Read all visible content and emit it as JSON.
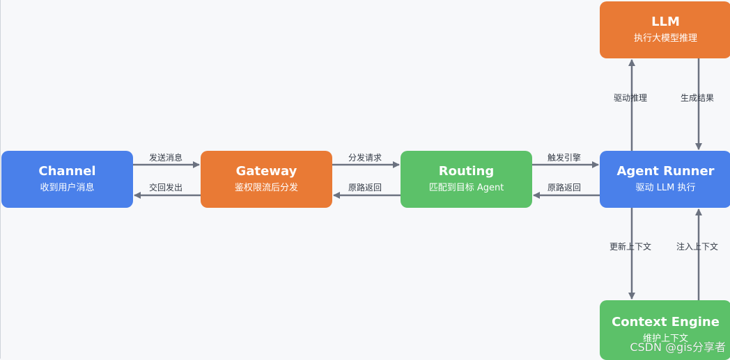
{
  "nodes": {
    "channel": {
      "title": "Channel",
      "subtitle": "收到用户消息",
      "color": "#4a80ea"
    },
    "gateway": {
      "title": "Gateway",
      "subtitle": "鉴权限流后分发",
      "color": "#e97a35"
    },
    "routing": {
      "title": "Routing",
      "subtitle": "匹配到目标 Agent",
      "color": "#5cc169"
    },
    "agent_runner": {
      "title": "Agent Runner",
      "subtitle": "驱动 LLM 执行",
      "color": "#4a80ea"
    },
    "llm": {
      "title": "LLM",
      "subtitle": "执行大模型推理",
      "color": "#e97a35"
    },
    "context_engine": {
      "title": "Context Engine",
      "subtitle": "维护上下文",
      "color": "#5cc169"
    }
  },
  "edges": {
    "channel_to_gateway": "发送消息",
    "gateway_to_channel": "交回发出",
    "gateway_to_routing": "分发请求",
    "routing_to_gateway": "原路返回",
    "routing_to_agent": "触发引擎",
    "agent_to_routing": "原路返回",
    "agent_to_llm": "驱动推理",
    "llm_to_agent": "生成结果",
    "agent_to_context": "更新上下文",
    "context_to_agent": "注入上下文"
  },
  "watermark": "CSDN @gis分享者",
  "arrow_color": "#6b7280"
}
